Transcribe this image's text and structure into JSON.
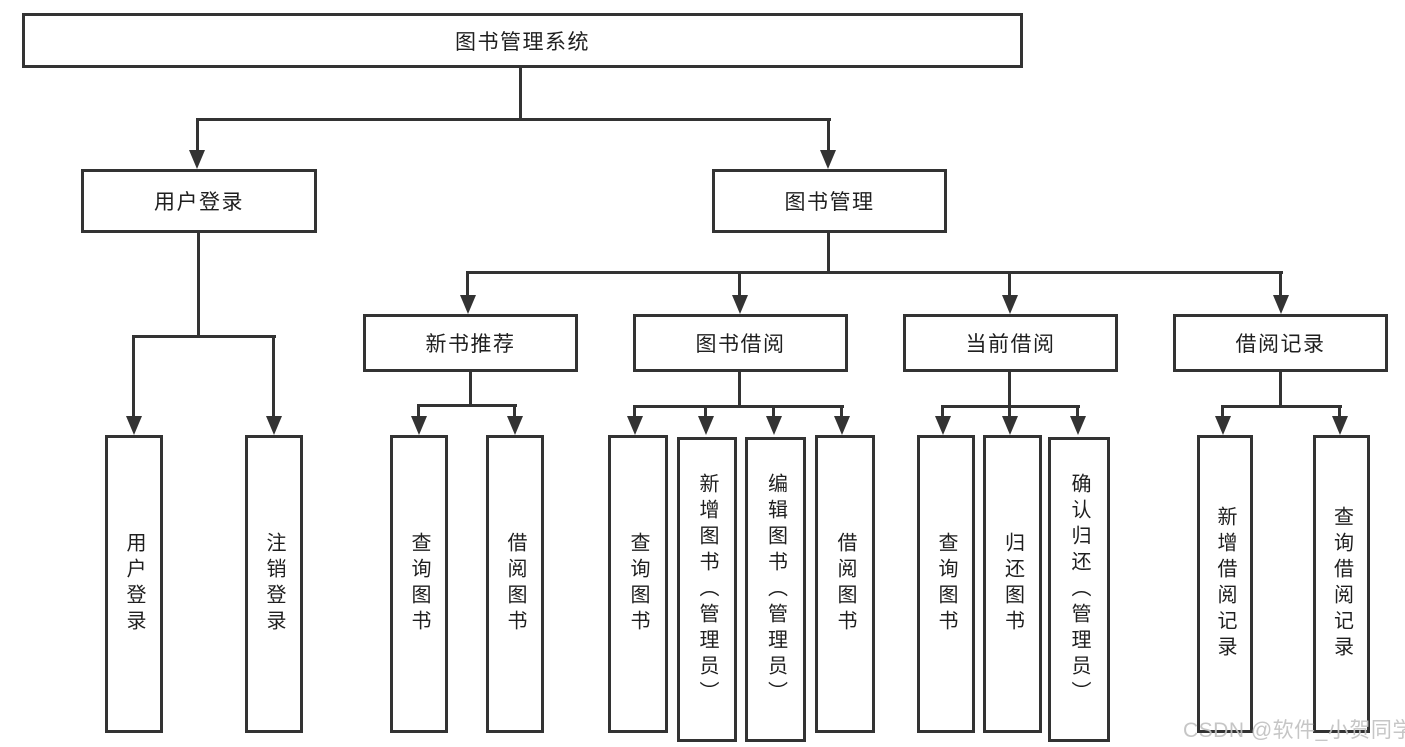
{
  "diagram": {
    "root": "图书管理系统",
    "level2": {
      "user_login": "用户登录",
      "book_mgmt": "图书管理"
    },
    "level3": {
      "new_book": "新书推荐",
      "book_borrow": "图书借阅",
      "current_borrow": "当前借阅",
      "borrow_record": "借阅记录"
    },
    "leaves": {
      "a1": "用户登录",
      "a2": "注销登录",
      "b1": "查询图书",
      "b2": "借阅图书",
      "c1": "查询图书",
      "c2": "新增图书（管理员）",
      "c3": "编辑图书（管理员）",
      "c4": "借阅图书",
      "d1": "查询图书",
      "d2": "归还图书",
      "d3": "确认归还（管理员）",
      "e1": "新增借阅记录",
      "e2": "查询借阅记录"
    },
    "watermark": "CSDN @软件_小贺同学",
    "colors": {
      "line": "#333333",
      "text": "#1f1f1f",
      "watermark": "#c1c1c1",
      "background": "#ffffff"
    }
  }
}
